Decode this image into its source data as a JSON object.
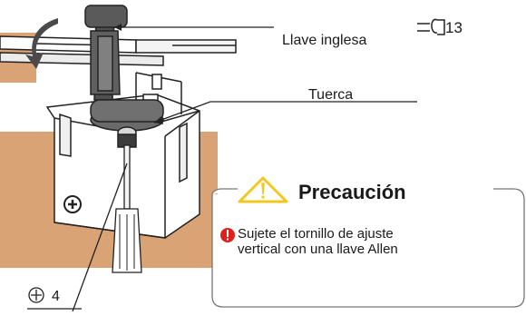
{
  "labels": {
    "wrench_size": "13",
    "wrench": "Llave inglesa",
    "nut": "Tuerca",
    "screwdriver_size": "4"
  },
  "caution": {
    "title": "Precaución",
    "line1": "Sujete el tornillo de ajuste",
    "line2": "vertical con una llave Allen"
  },
  "colors": {
    "wood": "#d9a376",
    "warning_yellow": "#f2c81e",
    "alert_red": "#e0201a",
    "line": "#222222",
    "panel_border": "#777777"
  }
}
